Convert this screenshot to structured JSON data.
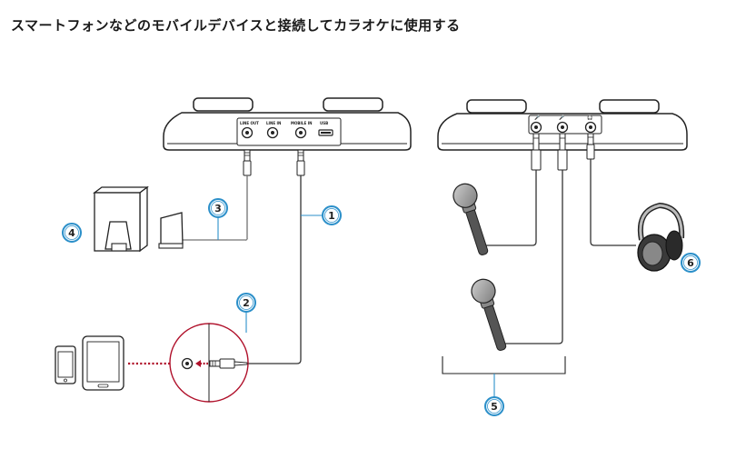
{
  "title": "スマートフォンなどのモバイルデバイスと接続してカラオケに使用する",
  "ports": {
    "line_out": "LINE OUT",
    "line_in": "LINE IN",
    "mobile_in": "MOBILE IN",
    "usb": "USB"
  },
  "callouts": [
    "1",
    "2",
    "3",
    "4",
    "5",
    "6"
  ],
  "colors": {
    "callout_ring": "#2b8fc9",
    "callout_fill": "#e9f4fb",
    "signal_red": "#b0112b"
  }
}
